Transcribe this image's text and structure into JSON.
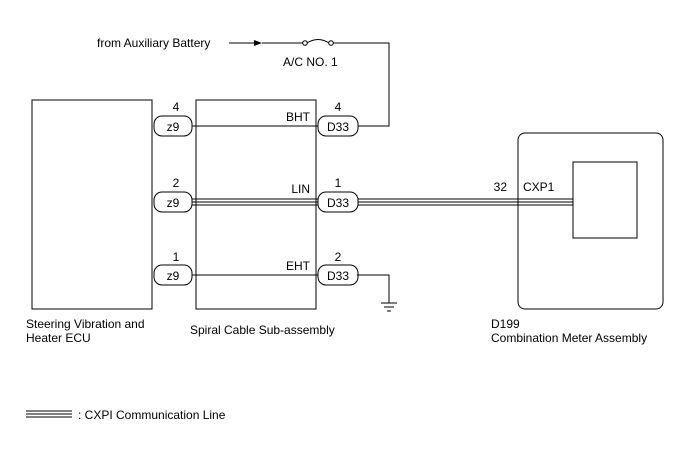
{
  "labels": {
    "source": "from Auxiliary Battery",
    "fuse": "A/C NO. 1",
    "ecu": [
      "Steering Vibration and",
      "Heater ECU"
    ],
    "spiral": "Spiral Cable Sub-assembly",
    "meter_code": "D199",
    "meter": "Combination Meter Assembly",
    "legend": ": CXPI Communication Line"
  },
  "rows": {
    "bht": {
      "signal": "BHT",
      "left_pin": "4",
      "left_conn": "z9",
      "right_pin": "4",
      "right_conn": "D33"
    },
    "lin": {
      "signal": "LIN",
      "left_pin": "2",
      "left_conn": "z9",
      "right_pin": "1",
      "right_conn": "D33",
      "meter_pin": "32",
      "meter_conn": "CXP1"
    },
    "eht": {
      "signal": "EHT",
      "left_pin": "1",
      "left_conn": "z9",
      "right_pin": "2",
      "right_conn": "D33"
    }
  }
}
